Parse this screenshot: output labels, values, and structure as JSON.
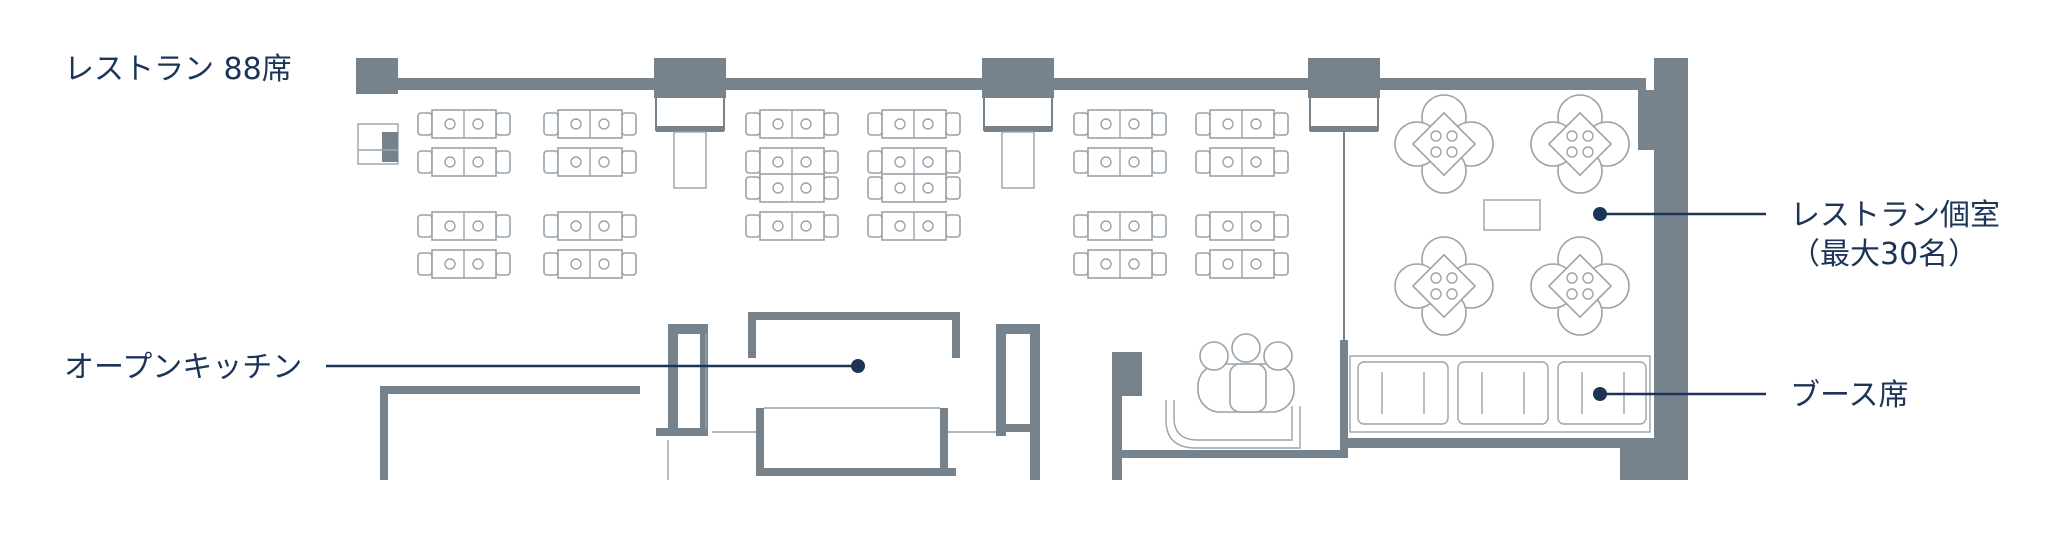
{
  "title": "レストラン 88席",
  "callouts": {
    "private_room": {
      "line1": "レストラン個室",
      "line2": "（最大30名）"
    },
    "open_kitchen": "オープンキッチン",
    "booth": "ブース席"
  },
  "colors": {
    "wall": "#76838d",
    "furniture": "#9aa3aa",
    "label": "#1c3557",
    "background": "#ffffff"
  }
}
